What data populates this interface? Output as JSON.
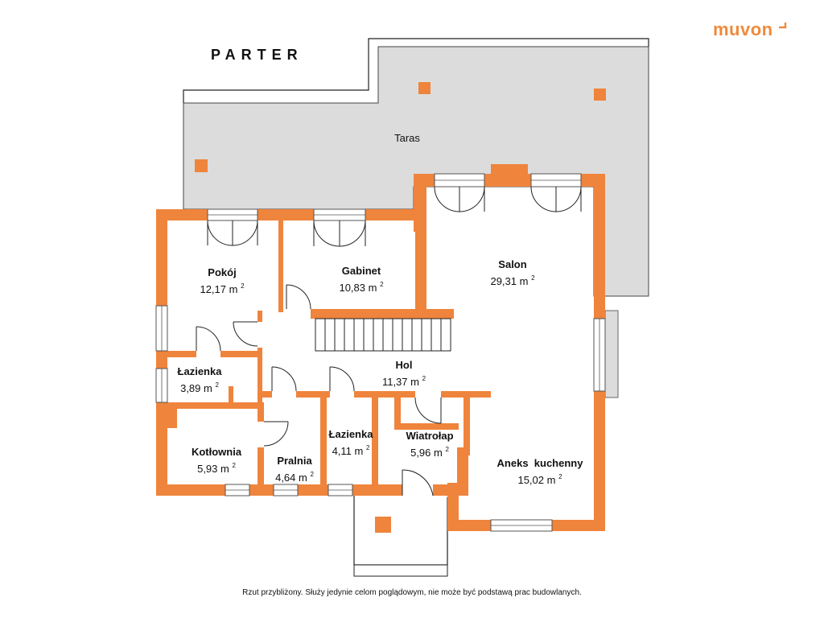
{
  "title": "PARTER",
  "logo": {
    "text": "muvon"
  },
  "disclaimer": "Rzut przybliżony. Służy jedynie celom poglądowym, nie może być podstawą prac budowlanych.",
  "colors": {
    "wall": "#ef843c",
    "terrace": "#dcdcdc",
    "line": "#222222",
    "text": "#111111"
  },
  "rooms": [
    {
      "name": "Taras",
      "area": "",
      "unit": ""
    },
    {
      "name": "Pokój",
      "area": "12,17 m",
      "unit": "2"
    },
    {
      "name": "Gabinet",
      "area": "10,83 m",
      "unit": "2"
    },
    {
      "name": "Salon",
      "area": "29,31 m",
      "unit": "2"
    },
    {
      "name": "Hol",
      "area": "11,37 m",
      "unit": "2"
    },
    {
      "name": "Łazienka",
      "area": "3,89 m",
      "unit": "2"
    },
    {
      "name": "Kotłownia",
      "area": "5,93 m",
      "unit": "2"
    },
    {
      "name": "Pralnia",
      "area": "4,64 m",
      "unit": "2"
    },
    {
      "name": "Łazienka",
      "area": "4,11 m",
      "unit": "2"
    },
    {
      "name": "Wiatrołap",
      "area": "5,96 m",
      "unit": "2"
    },
    {
      "name": "Aneks  kuchenny",
      "area": "15,02 m",
      "unit": "2"
    }
  ]
}
